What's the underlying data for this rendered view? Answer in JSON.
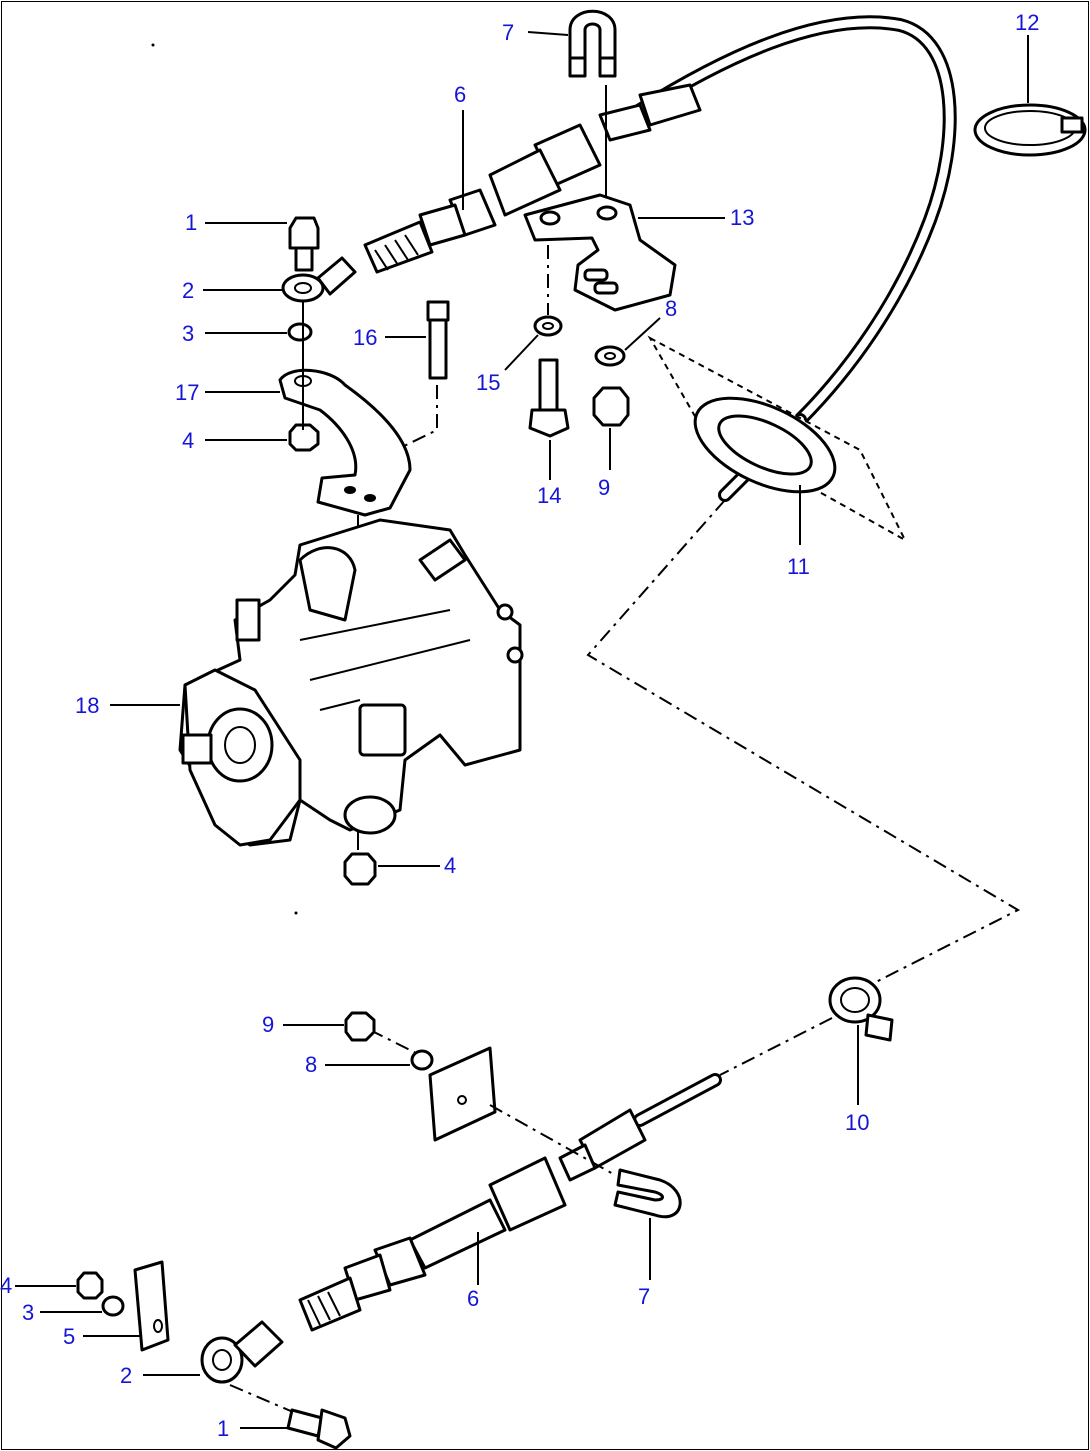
{
  "callouts": {
    "c1a": "1",
    "c2a": "2",
    "c3a": "3",
    "c17": "17",
    "c4a": "4",
    "c16": "16",
    "c6a": "6",
    "c7a": "7",
    "c13": "13",
    "c15": "15",
    "c14": "14",
    "c8a": "8",
    "c9a": "9",
    "c12": "12",
    "c11": "11",
    "c18": "18",
    "c4b": "4",
    "c9b": "9",
    "c8b": "8",
    "c10": "10",
    "c4c": "4",
    "c3b": "3",
    "c5": "5",
    "c2b": "2",
    "c1b": "1",
    "c6b": "6",
    "c7b": "7"
  },
  "colors": {
    "callout": "#1515d6",
    "line": "#000000",
    "background": "#ffffff"
  }
}
